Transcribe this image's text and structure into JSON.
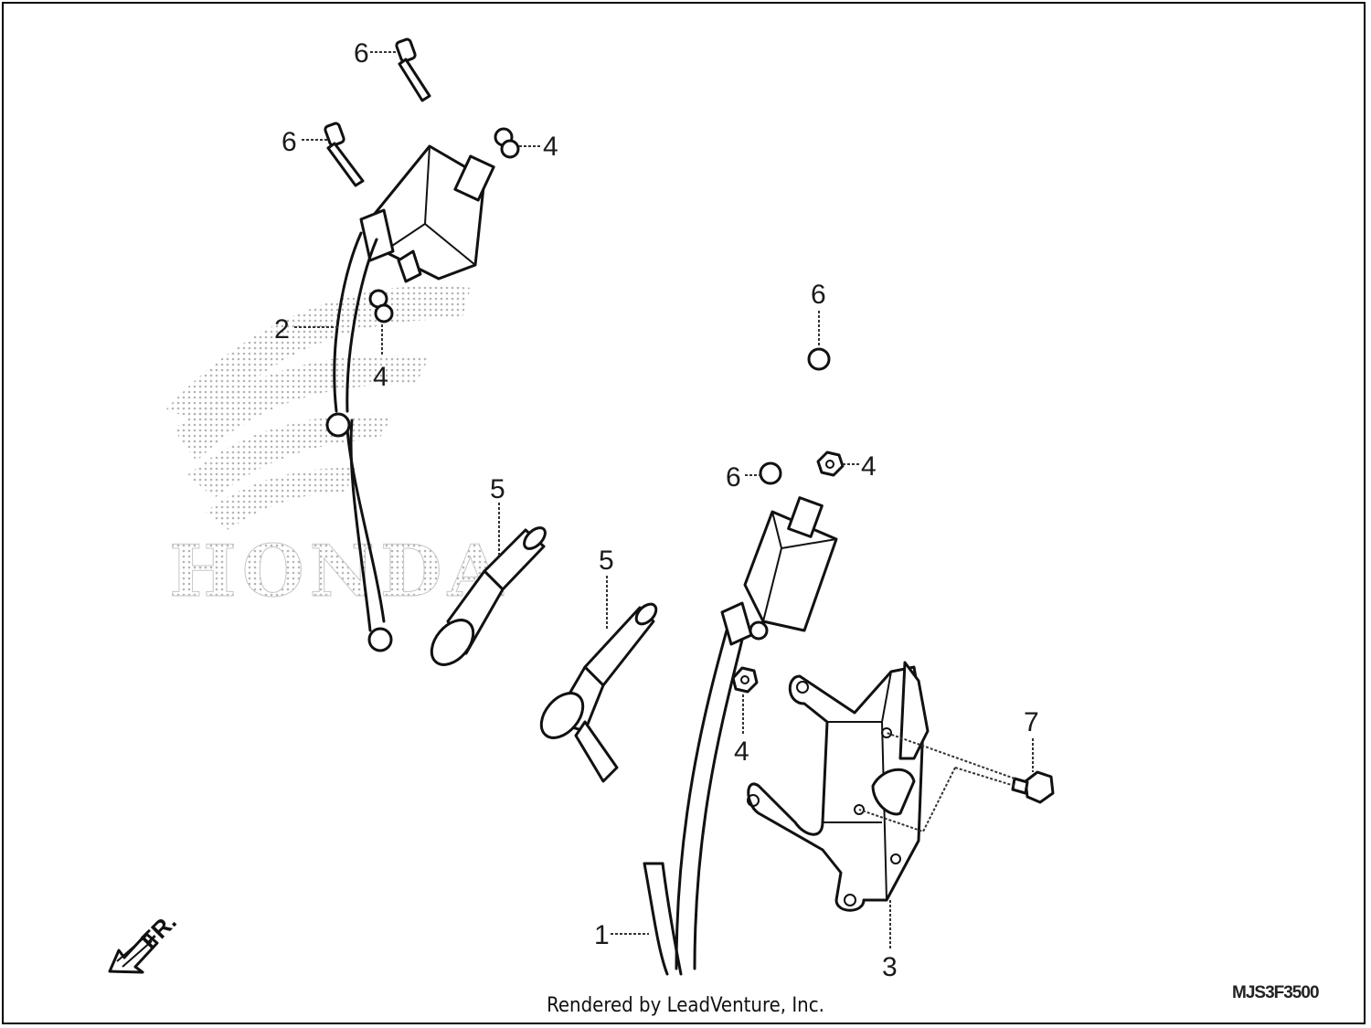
{
  "diagram": {
    "watermark": "HONDA",
    "direction_label": "FR.",
    "callouts": {
      "c6a": "6",
      "c6b": "6",
      "c4a": "4",
      "c2": "2",
      "c4b": "4",
      "c5a": "5",
      "c5b": "5",
      "c6c": "6",
      "c6d": "6",
      "c4c": "4",
      "c4d": "4",
      "c7": "7",
      "c1": "1",
      "c3": "3"
    },
    "diagram_code": "MJS3F3500",
    "footer": "Rendered by LeadVenture, Inc."
  },
  "colors": {
    "line": "#111111",
    "watermark": "#bdbdbd",
    "background": "#ffffff"
  }
}
